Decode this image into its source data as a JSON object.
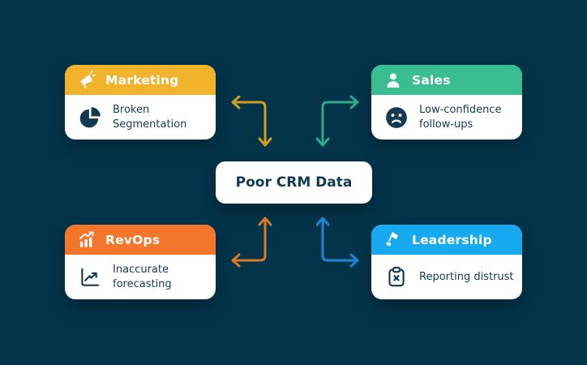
{
  "canvas": {
    "background": "#04344A"
  },
  "center_node": {
    "label": "Poor CRM Data"
  },
  "cards": [
    {
      "id": "marketing",
      "title": "Marketing",
      "header_color": "#F0B32B",
      "header_icon": "megaphone-icon",
      "body_icon": "pie-chart-icon",
      "body_text": "Broken Segmentation"
    },
    {
      "id": "sales",
      "title": "Sales",
      "header_color": "#3ABD90",
      "header_icon": "user-icon",
      "body_icon": "sad-face-icon",
      "body_text": "Low-confidence follow-ups"
    },
    {
      "id": "revops",
      "title": "RevOps",
      "header_color": "#F4762B",
      "header_icon": "bar-chart-growth-icon",
      "body_icon": "line-chart-icon",
      "body_text": "Inaccurate forecasting"
    },
    {
      "id": "leadership",
      "title": "Leadership",
      "header_color": "#18AAF0",
      "header_icon": "flag-icon",
      "body_icon": "clipboard-x-icon",
      "body_text": "Reporting distrust"
    }
  ],
  "arrows": [
    {
      "id": "marketing-arrow",
      "color": "#D19F1F",
      "direction": "left-and-down"
    },
    {
      "id": "sales-arrow",
      "color": "#2FA98A",
      "direction": "right-and-down"
    },
    {
      "id": "revops-arrow",
      "color": "#DC7827",
      "direction": "left-and-up"
    },
    {
      "id": "leadership-arrow",
      "color": "#1E88D4",
      "direction": "right-and-up"
    }
  ],
  "text_color": "#123A53"
}
